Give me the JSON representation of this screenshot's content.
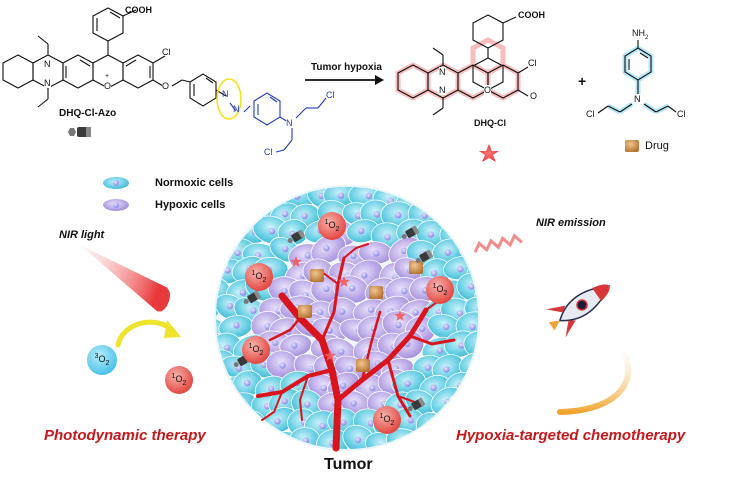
{
  "reaction": {
    "reactant_label": "DHQ-Cl-Azo",
    "arrow_label": "Tumor hypoxia",
    "product_label": "DHQ-Cl",
    "plus": "+",
    "drug_label": "Drug"
  },
  "atoms": {
    "cooh": "COOH",
    "cl": "Cl",
    "n": "N",
    "o": "O",
    "o_plus": "O",
    "plus_charge": "+",
    "nh2": "NH",
    "nh2_sub": "2",
    "azo_n1": "N",
    "azo_n2": "N"
  },
  "legend": {
    "normoxic": "Normoxic cells",
    "hypoxic": "Hypoxic cells"
  },
  "labels": {
    "nir_light": "NIR light",
    "nir_emission": "NIR emission",
    "pdt": "Photodynamic therapy",
    "chemo": "Hypoxia-targeted chemotherapy",
    "tumor": "Tumor"
  },
  "oxygen": {
    "singlet_sup": "1",
    "triplet_sup": "3",
    "symbol": "O",
    "sub": "2"
  },
  "colors": {
    "normoxic_cell": "#63cde3",
    "hypoxic_cell": "#b7a5e6",
    "singlet_oxygen": "#e44b45",
    "triplet_oxygen": "#4fc5ea",
    "title_red": "#c8181c",
    "vessel_red": "#d9141c",
    "azo_blue": "#1f3bbf",
    "highlight_yellow": "#f2e21a",
    "drug_brown": "#c88a47",
    "glow_pink": "#f5b3b3"
  }
}
